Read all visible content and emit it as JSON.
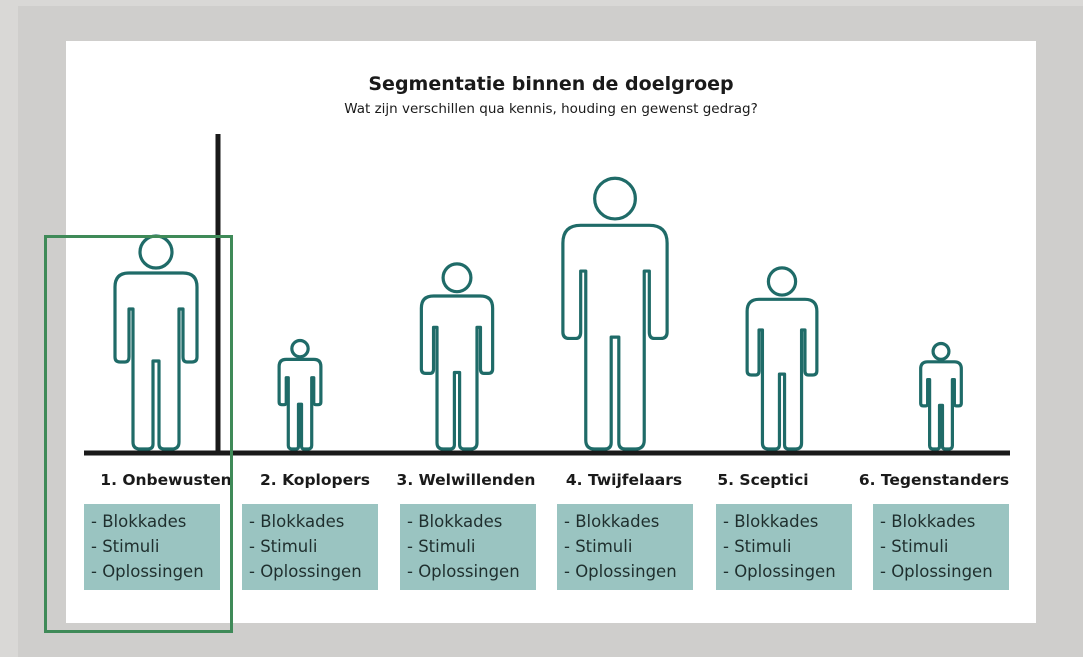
{
  "title": "Segmentatie binnen de doelgroep",
  "subtitle": "Wat zijn verschillen qua kennis, houding en gewenst gedrag?",
  "colors": {
    "figure_stroke": "#1f6b68",
    "box_fill": "#9ac4c1",
    "highlight": "#3f8a58",
    "baseline": "#1a1a1a"
  },
  "segments": [
    {
      "label": "1. Onbewusten",
      "items": [
        "- Blokkades",
        "- Stimuli",
        "- Oplossingen"
      ]
    },
    {
      "label": "2. Koplopers",
      "items": [
        "- Blokkades",
        "- Stimuli",
        "- Oplossingen"
      ]
    },
    {
      "label": "3. Welwillenden",
      "items": [
        "- Blokkades",
        "- Stimuli",
        "- Oplossingen"
      ]
    },
    {
      "label": "4. Twijfelaars",
      "items": [
        "- Blokkades",
        "- Stimuli",
        "- Oplossingen"
      ]
    },
    {
      "label": "5. Sceptici",
      "items": [
        "- Blokkades",
        "- Stimuli",
        "- Oplossingen"
      ]
    },
    {
      "label": "6. Tegenstanders",
      "items": [
        "- Blokkades",
        "- Stimuli",
        "- Oplossingen"
      ]
    }
  ]
}
